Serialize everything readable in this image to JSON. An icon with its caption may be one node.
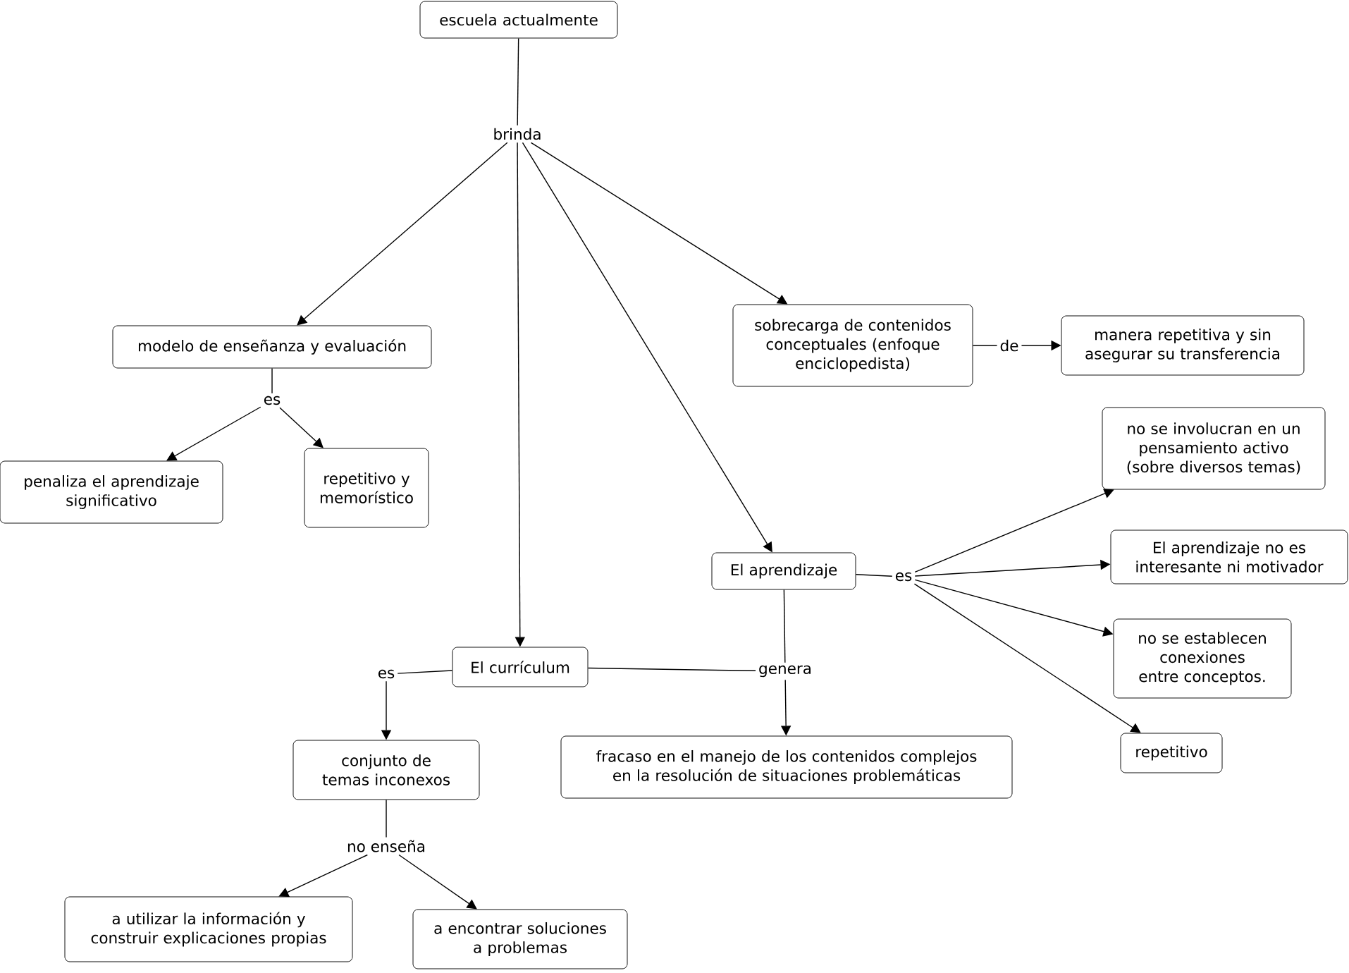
{
  "diagram": {
    "nodes": [
      {
        "text": [
          "escuela actualmente"
        ]
      },
      {
        "text": [
          "brinda"
        ]
      },
      {
        "text": [
          "modelo de enseñanza y evaluación"
        ]
      },
      {
        "text": [
          "es"
        ]
      },
      {
        "text": [
          "penaliza el aprendizaje significativo"
        ]
      },
      {
        "text": [
          "repetitivo y memorístico"
        ]
      },
      {
        "text": [
          "sobrecarga de contenidos conceptuales (enfoque enciclopedista)"
        ]
      },
      {
        "text": [
          "de"
        ]
      },
      {
        "text": [
          "manera repetitiva y sin asegurar su transferencia"
        ]
      },
      {
        "text": [
          "El aprendizaje"
        ]
      },
      {
        "text": [
          "es"
        ]
      },
      {
        "text": [
          "no se involucran en un pensamiento activo (sobre diversos temas)"
        ]
      },
      {
        "text": [
          "El aprendizaje no es interesante ni motivador"
        ]
      },
      {
        "text": [
          "no se establecen conexiones entre conceptos."
        ]
      },
      {
        "text": [
          "repetitivo"
        ]
      },
      {
        "text": [
          "El currículum"
        ]
      },
      {
        "text": [
          "genera"
        ]
      },
      {
        "text": [
          "fracaso en el manejo de los contenidos complejos en la resolución de situaciones problemáticas"
        ]
      },
      {
        "text": [
          "es"
        ]
      },
      {
        "text": [
          "conjunto de temas inconexos"
        ]
      },
      {
        "text": [
          "no enseña"
        ]
      },
      {
        "text": [
          "a utilizar la información y construir explicaciones propias"
        ]
      },
      {
        "text": [
          "a encontrar soluciones a problemas"
        ]
      }
    ],
    "edges": [
      {
        "from": 0,
        "to": 1,
        "arrow": "none"
      },
      {
        "from": 1,
        "to": 2,
        "arrow": "to"
      },
      {
        "from": 1,
        "to": 6,
        "arrow": "to"
      },
      {
        "from": 1,
        "to": 9,
        "arrow": "to"
      },
      {
        "from": 1,
        "to": 15,
        "arrow": "to"
      },
      {
        "from": 2,
        "to": 3,
        "arrow": "none"
      },
      {
        "from": 3,
        "to": 4,
        "arrow": "to"
      },
      {
        "from": 3,
        "to": 5,
        "arrow": "to"
      },
      {
        "from": 6,
        "to": 7,
        "arrow": "none"
      },
      {
        "from": 7,
        "to": 8,
        "arrow": "to"
      },
      {
        "from": 9,
        "to": 10,
        "arrow": "none"
      },
      {
        "from": 10,
        "to": 11,
        "arrow": "to"
      },
      {
        "from": 10,
        "to": 12,
        "arrow": "to"
      },
      {
        "from": 10,
        "to": 13,
        "arrow": "to"
      },
      {
        "from": 10,
        "to": 14,
        "arrow": "to"
      },
      {
        "from": 9,
        "to": 16,
        "arrow": "none"
      },
      {
        "from": 15,
        "to": 16,
        "arrow": "none"
      },
      {
        "from": 16,
        "to": 17,
        "arrow": "to"
      },
      {
        "from": 15,
        "to": 18,
        "arrow": "none"
      },
      {
        "from": 18,
        "to": 19,
        "arrow": "to"
      },
      {
        "from": 19,
        "to": 20,
        "arrow": "none"
      },
      {
        "from": 20,
        "to": 21,
        "arrow": "to"
      },
      {
        "from": 20,
        "to": 22,
        "arrow": "to"
      }
    ]
  }
}
